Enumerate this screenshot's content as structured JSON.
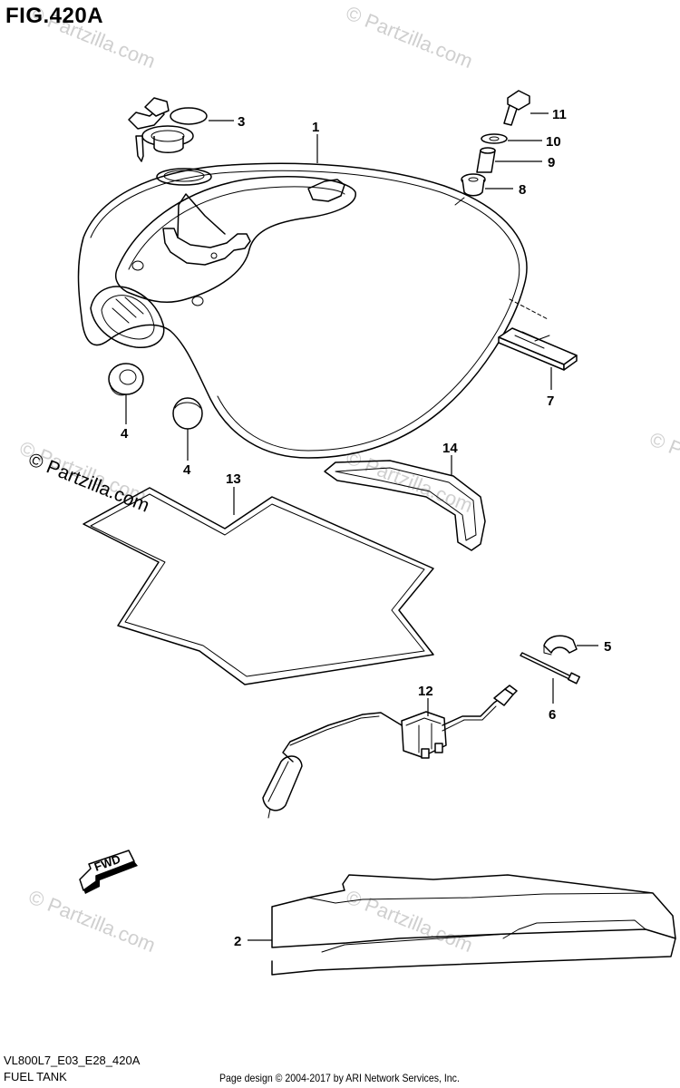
{
  "figure": {
    "title": "FIG.420A",
    "diagram_code": "VL800L7_E03_E28_420A",
    "section_name": "FUEL TANK",
    "copyright": "Page design © 2004-2017 by ARI Network Services, Inc.",
    "fwd_label": "FWD"
  },
  "watermark": {
    "text": "© Partzilla.com"
  },
  "callouts": [
    {
      "number": "1",
      "part": "fuel-tank"
    },
    {
      "number": "2",
      "part": "tank-stripe-decal"
    },
    {
      "number": "3",
      "part": "fuel-cap-with-keys"
    },
    {
      "number": "4",
      "part": "rubber-cushion-front"
    },
    {
      "number": "4",
      "part": "rubber-cushion-side"
    },
    {
      "number": "5",
      "part": "clamp"
    },
    {
      "number": "6",
      "part": "wire-tie"
    },
    {
      "number": "7",
      "part": "rear-mount-pad"
    },
    {
      "number": "8",
      "part": "mount-bushing"
    },
    {
      "number": "9",
      "part": "collar"
    },
    {
      "number": "10",
      "part": "washer"
    },
    {
      "number": "11",
      "part": "bolt"
    },
    {
      "number": "12",
      "part": "fuel-level-gauge-sender"
    },
    {
      "number": "13",
      "part": "heat-shield-sheet"
    },
    {
      "number": "14",
      "part": "rear-cushion-pad"
    }
  ]
}
